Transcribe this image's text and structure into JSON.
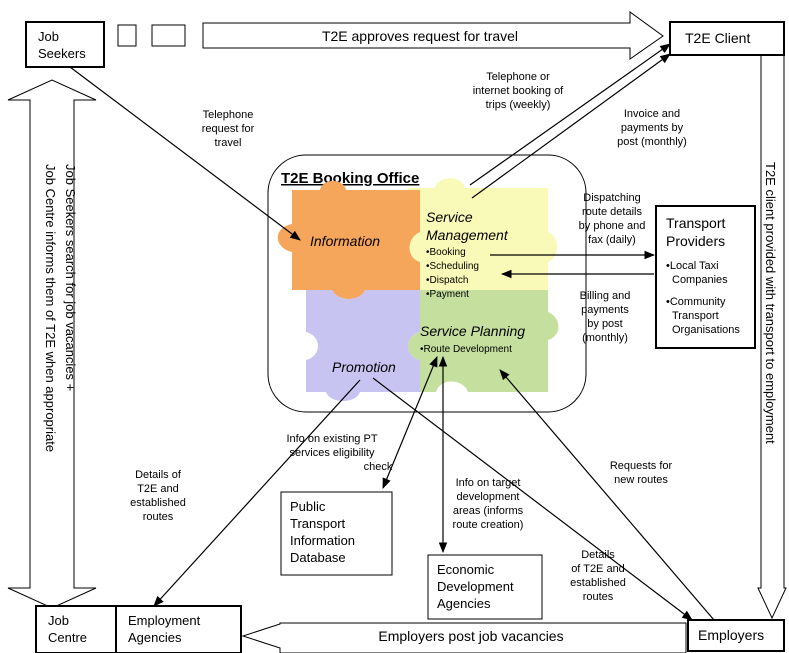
{
  "nodes": {
    "job_seekers": [
      "Job",
      "Seekers"
    ],
    "t2e_client": "T2E Client",
    "booking_office_title": "T2E  Booking Office",
    "information": "Information",
    "service_management": [
      "Service",
      "Management"
    ],
    "sm_items": [
      "•Booking",
      "•Scheduling",
      "•Dispatch",
      "•Payment"
    ],
    "service_planning": "Service Planning",
    "sp_items": [
      "•Route Development"
    ],
    "promotion": "Promotion",
    "transport_providers": {
      "title": [
        "Transport",
        "Providers"
      ],
      "items": [
        "•Local Taxi",
        "Companies",
        "•Community",
        "Transport",
        "Organisations"
      ]
    },
    "pt_database": [
      "Public",
      "Transport",
      "Information",
      "Database"
    ],
    "economic_agencies": [
      "Economic",
      "Development",
      "Agencies"
    ],
    "job_centre": [
      "Job",
      "Centre"
    ],
    "employment_agencies": [
      "Employment",
      "Agencies"
    ],
    "employers": "Employers"
  },
  "arrows": {
    "approves": "T2E approves request for travel",
    "employers_post": "Employers post job vacancies",
    "seekers_search": "Job Seekers search for job vacancies +",
    "centre_informs": "Job Centre informs  them of T2E when appropriate",
    "client_transport": "T2E client provided with transport to employment"
  },
  "labels": {
    "telephone_request": [
      "Telephone",
      "request for",
      "travel"
    ],
    "telephone_booking": [
      "Telephone or",
      "internet booking of",
      "trips (weekly)"
    ],
    "invoice": [
      "Invoice and",
      "payments by",
      "post (monthly)"
    ],
    "dispatching": [
      "Dispatching",
      "route details",
      "by phone and",
      "fax (daily)"
    ],
    "billing": [
      "Billing and",
      "payments",
      "by post",
      "(monthly)"
    ],
    "info_pt": [
      "Info on existing PT",
      "services eligibility",
      "check"
    ],
    "details_left": [
      "Details of",
      "T2E and",
      "established",
      "routes"
    ],
    "info_target": [
      "Info on target",
      "development",
      "areas (informs",
      "route creation)"
    ],
    "requests": [
      "Requests for",
      "new routes"
    ],
    "details_right": [
      "Details",
      "of T2E and",
      "established",
      "routes"
    ]
  },
  "colors": {
    "puzzle_orange": "#f6a65a",
    "puzzle_yellow": "#fafab8",
    "puzzle_lavender": "#c7c4f2",
    "puzzle_green": "#c5df9e"
  }
}
